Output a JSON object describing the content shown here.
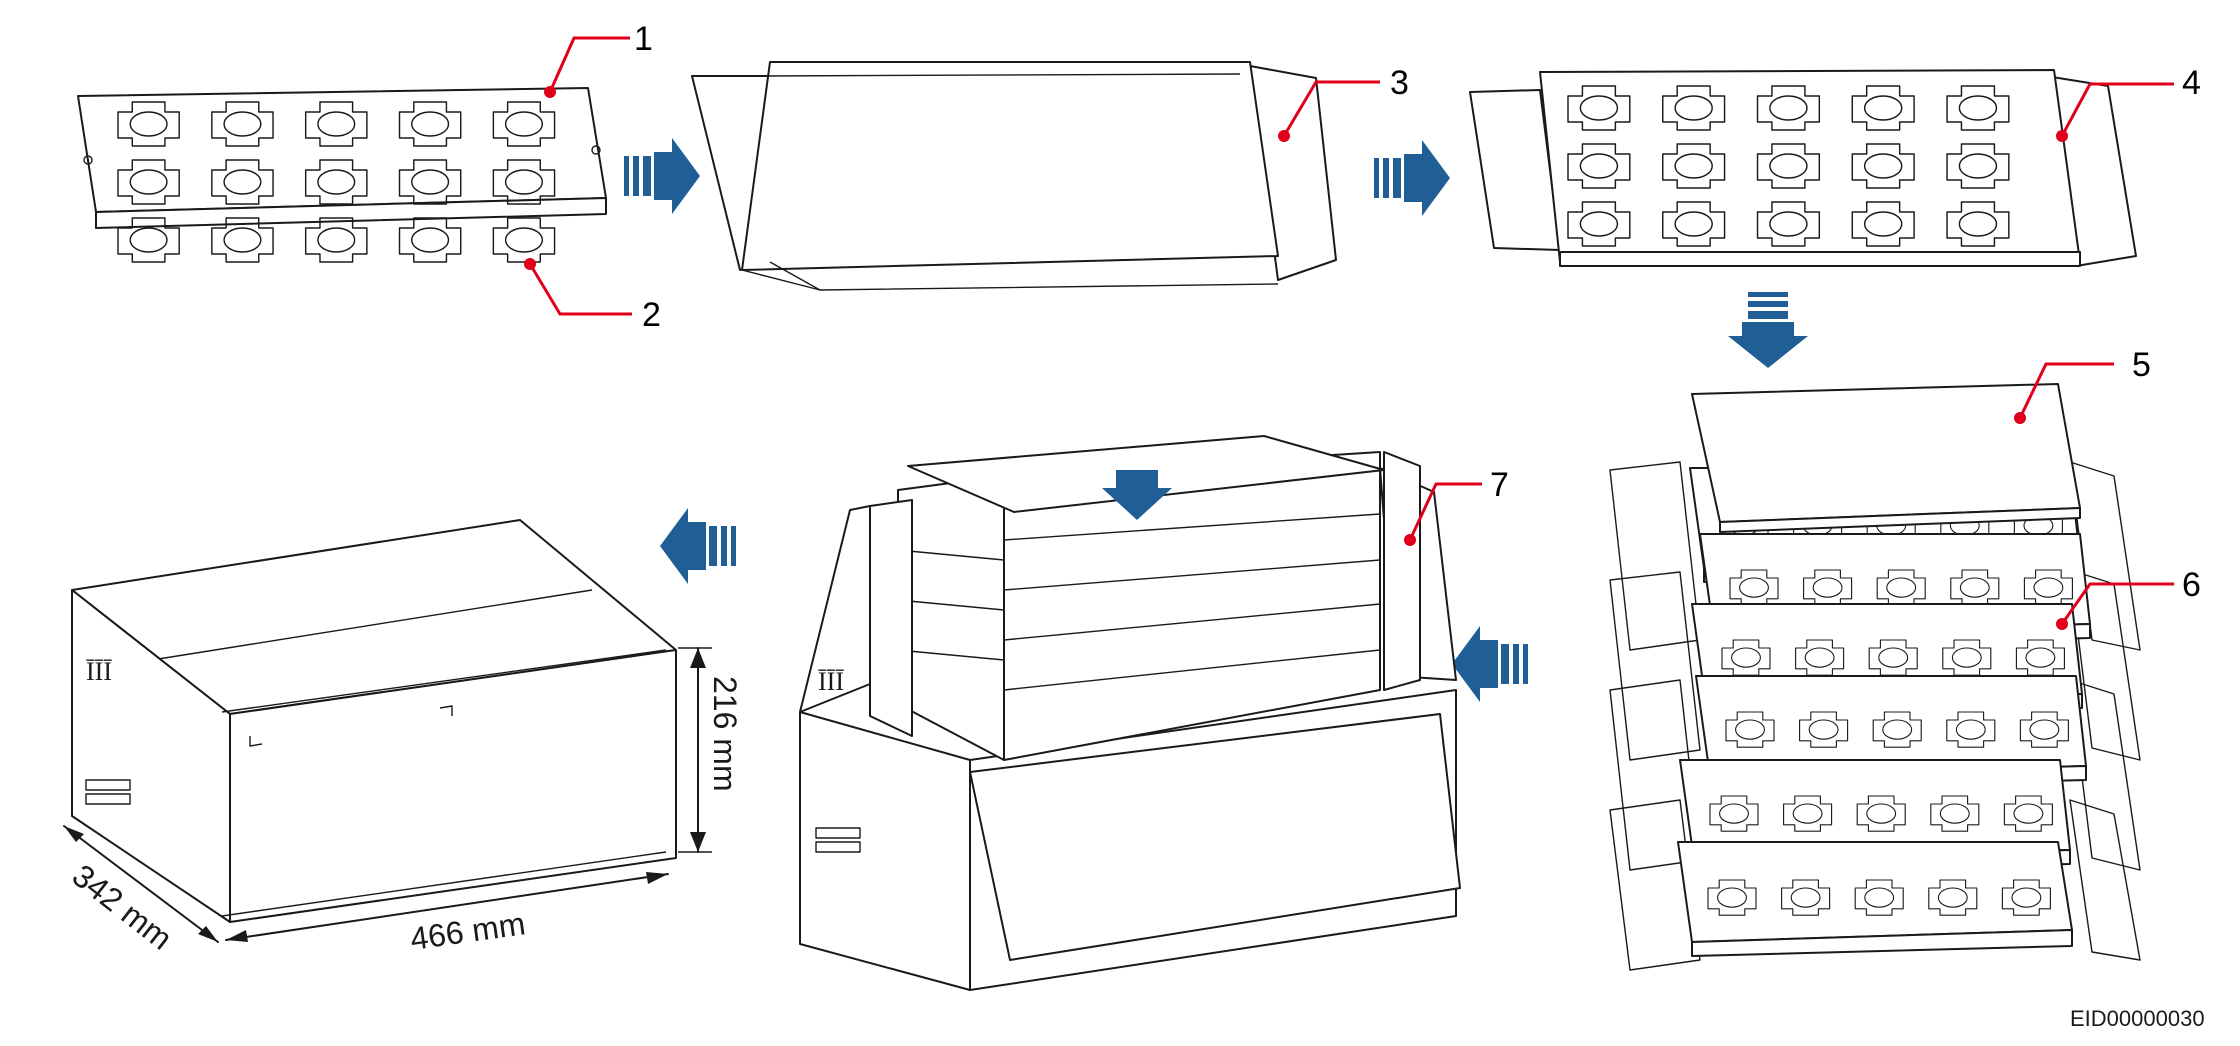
{
  "diagram": {
    "callouts": [
      "1",
      "2",
      "3",
      "4",
      "5",
      "6",
      "7"
    ],
    "dimensions": {
      "depth": "342 mm",
      "width": "466 mm",
      "height": "216 mm"
    },
    "figure_id": "EID00000030",
    "colors": {
      "arrow": "#1f5f95",
      "leader": "#e0001b",
      "line": "#1a1a1a"
    }
  }
}
